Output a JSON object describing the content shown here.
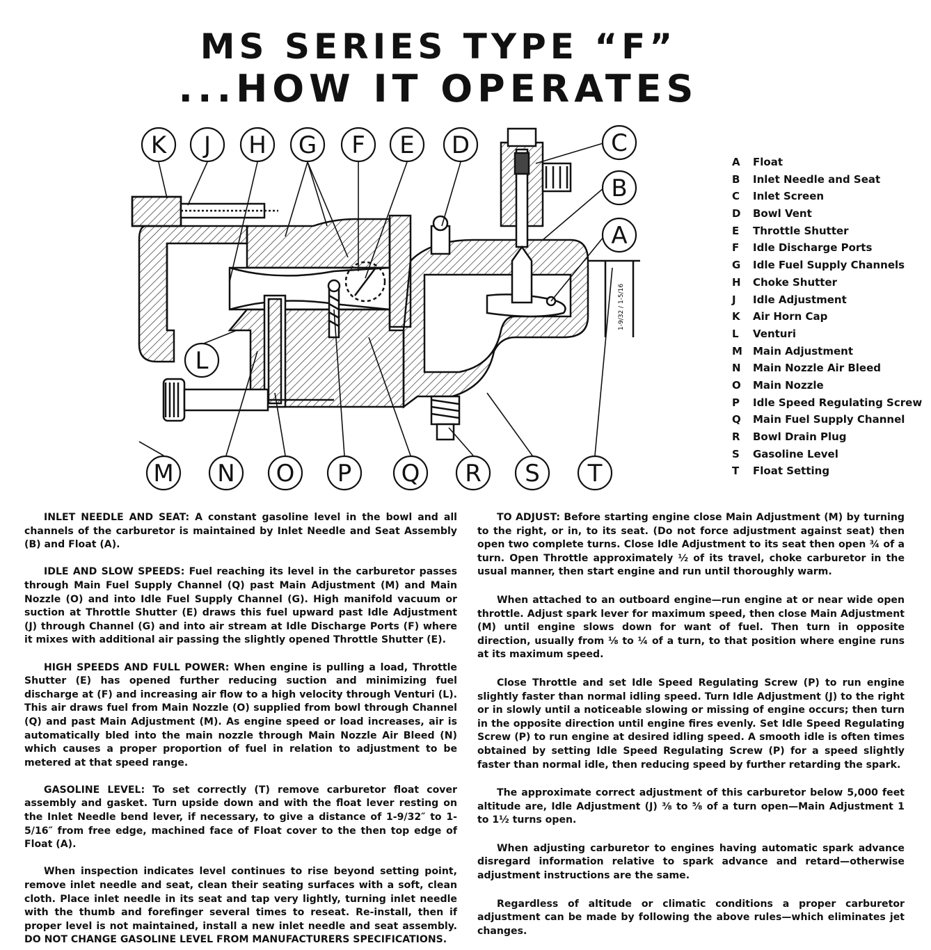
{
  "title": {
    "line1": "MS SERIES TYPE “F”",
    "line2": "...HOW IT OPERATES"
  },
  "diagram": {
    "callouts_top": [
      "K",
      "J",
      "H",
      "G",
      "F",
      "E",
      "D",
      "C",
      "B",
      "A"
    ],
    "callout_left": "L",
    "callouts_bottom": [
      "M",
      "N",
      "O",
      "P",
      "Q",
      "R",
      "S",
      "T"
    ],
    "dimension_label": "1-9/32 / 1-5/16"
  },
  "legend": [
    {
      "key": "A",
      "label": "Float"
    },
    {
      "key": "B",
      "label": "Inlet Needle and Seat"
    },
    {
      "key": "C",
      "label": "Inlet Screen"
    },
    {
      "key": "D",
      "label": "Bowl Vent"
    },
    {
      "key": "E",
      "label": "Throttle Shutter"
    },
    {
      "key": "F",
      "label": "Idle Discharge Ports"
    },
    {
      "key": "G",
      "label": "Idle Fuel Supply Channels"
    },
    {
      "key": "H",
      "label": "Choke Shutter"
    },
    {
      "key": "J",
      "label": "Idle Adjustment"
    },
    {
      "key": "K",
      "label": "Air Horn Cap"
    },
    {
      "key": "L",
      "label": "Venturi"
    },
    {
      "key": "M",
      "label": "Main Adjustment"
    },
    {
      "key": "N",
      "label": "Main Nozzle Air Bleed"
    },
    {
      "key": "O",
      "label": "Main Nozzle"
    },
    {
      "key": "P",
      "label": "Idle Speed Regulating Screw"
    },
    {
      "key": "Q",
      "label": "Main Fuel Supply Channel"
    },
    {
      "key": "R",
      "label": "Bowl Drain Plug"
    },
    {
      "key": "S",
      "label": "Gasoline Level"
    },
    {
      "key": "T",
      "label": "Float Setting"
    }
  ],
  "left_column": [
    {
      "heading": "INLET NEEDLE AND SEAT:",
      "text": " A constant gasoline level in the bowl and all channels of the carburetor is maintained by Inlet Needle and Seat Assembly (B) and Float (A)."
    },
    {
      "heading": "IDLE AND SLOW SPEEDS:",
      "text": " Fuel reaching its level in the carburetor passes through Main Fuel Supply Channel (Q) past Main Adjustment (M) and Main Nozzle (O) and into Idle Fuel Supply Channel (G). High manifold vacuum or suction at Throttle Shutter (E) draws this fuel upward past Idle Adjustment (J) through Channel (G) and into air stream at Idle Discharge Ports (F) where it mixes with additional air passing the slightly opened Throttle Shutter (E)."
    },
    {
      "heading": "HIGH SPEEDS AND FULL POWER:",
      "text": " When engine is pulling a load, Throttle Shutter (E) has opened further reducing suction and minimizing fuel discharge at (F) and increasing air flow to a high velocity through Venturi (L). This air draws fuel from Main Nozzle (O) supplied from bowl through Channel (Q) and past Main Adjustment (M). As engine speed or load increases, air is automatically bled into the main nozzle through Main Nozzle Air Bleed (N) which causes a proper proportion of fuel in relation to adjustment to be metered at that speed range."
    },
    {
      "heading": "GASOLINE LEVEL:",
      "text": " To set correctly (T) remove carburetor float cover assembly and gasket. Turn upside down and with the float lever resting on the Inlet Needle bend lever, if necessary, to give a distance of 1-9/32″ to 1-5/16″ from free edge, machined face of Float cover to the then top edge of Float (A)."
    },
    {
      "heading": "",
      "text": "When inspection indicates level continues to rise beyond setting point, remove inlet needle and seat, clean their seating surfaces with a soft, clean cloth. Place inlet needle in its seat and tap very lightly, turning inlet needle with the thumb and forefinger several times to reseat. Re-install, then if proper level is not maintained, install a new inlet needle and seat assembly. DO NOT CHANGE GASOLINE LEVEL FROM MANUFACTURERS SPECIFICATIONS."
    }
  ],
  "right_column": [
    {
      "heading": "TO ADJUST:",
      "text": " Before starting engine close Main Adjustment (M) by turning to the right, or in, to its seat. (Do not force adjustment against seat) then open two complete turns. Close Idle Adjustment to its seat then open ¾ of a turn. Open Throttle approximately ½ of its travel, choke carburetor in the usual manner, then start engine and run until thoroughly warm."
    },
    {
      "heading": "",
      "text": "When attached to an outboard engine—run engine at or near wide open throttle. Adjust spark lever for maximum speed, then close Main Adjustment (M) until engine slows down for want of fuel. Then turn in opposite direction, usually from ⅛ to ¼ of a turn, to that position where engine runs at its maximum speed."
    },
    {
      "heading": "",
      "text": "Close Throttle and set Idle Speed Regulating Screw (P) to run engine slightly faster than normal idling speed. Turn Idle Adjustment (J) to the right or in slowly until a noticeable slowing or missing of engine occurs; then turn in the opposite direction until engine fires evenly. Set Idle Speed Regulating Screw (P) to run engine at desired idling speed. A smooth idle is often times obtained by setting Idle Speed Regulating Screw (P) for a speed slightly faster than normal idle, then reducing speed by further retarding the spark."
    },
    {
      "heading": "",
      "text": "The approximate correct adjustment of this carburetor below 5,000 feet altitude are, Idle Adjustment (J) ⅜ to ⅝ of a turn open—Main Adjustment 1 to 1½ turns open."
    },
    {
      "heading": "",
      "text": "When adjusting carburetor to engines having automatic spark advance disregard information relative to spark advance and retard—otherwise adjustment instructions are the same."
    },
    {
      "heading": "",
      "text": "Regardless of altitude or climatic conditions a proper carburetor adjustment can be made by following the above rules—which eliminates jet changes."
    }
  ]
}
